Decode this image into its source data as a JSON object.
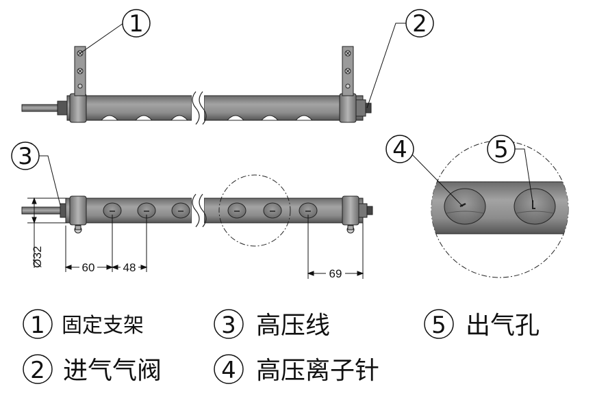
{
  "callouts": {
    "c1": "1",
    "c2": "2",
    "c3": "3",
    "c4": "4",
    "c5": "5"
  },
  "dimensions": {
    "diameter": "Ø32",
    "d60": "60",
    "d48": "48",
    "d69": "69"
  },
  "legend": [
    {
      "num": "1",
      "text": "固定支架"
    },
    {
      "num": "2",
      "text": "进气气阀"
    },
    {
      "num": "3",
      "text": "高压线"
    },
    {
      "num": "4",
      "text": "高压离子针"
    },
    {
      "num": "5",
      "text": "出气孔"
    }
  ],
  "colors": {
    "tube_fill": "#8a8a8a",
    "tube_dark": "#5a5a5a",
    "bracket": "#9a9a9a",
    "line": "#111111"
  }
}
